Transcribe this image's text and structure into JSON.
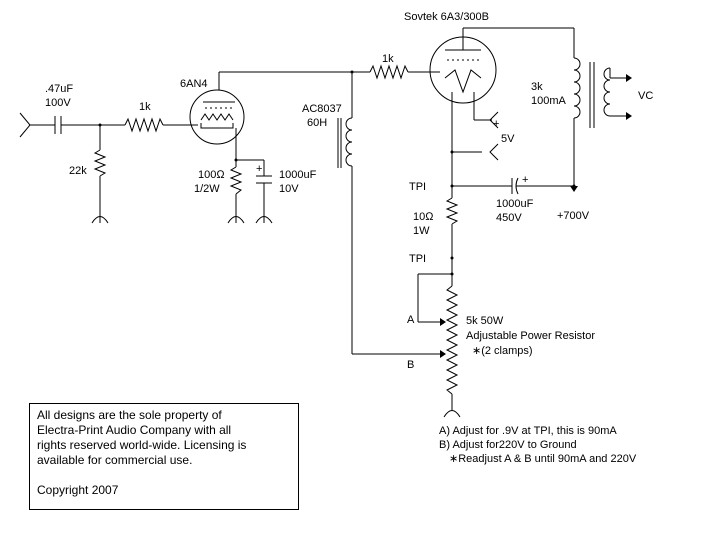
{
  "labels": {
    "output_tube": "Sovtek 6A3/300B",
    "input_tube": "6AN4",
    "grid_resistor": "1k",
    "input_cap": ".47uF",
    "input_cap_voltage": "100V",
    "input_series_resistor": "1k",
    "grid_leak": "22k",
    "choke": "AC8037",
    "choke_value": "60H",
    "cathode_resistor": "100Ω",
    "cathode_resistor_power": "1/2W",
    "cathode_cap": "1000uF",
    "cathode_cap_voltage": "10V",
    "transformer_impedance": "3k",
    "transformer_current": "100mA",
    "speaker": "VC",
    "filament": "5V",
    "tp1_top": "TPI",
    "tp1_bottom": "TPI",
    "filter_cap": "1000uF",
    "filter_cap_voltage": "450V",
    "supply": "+700V",
    "sense_resistor": "10Ω",
    "sense_resistor_power": "1W",
    "power_resistor": "5k 50W",
    "power_resistor_desc": "Adjustable Power Resistor",
    "clamps": "∗(2 clamps)",
    "tap_a": "A",
    "tap_b": "B",
    "plus": "+"
  },
  "notice": {
    "text": "All designs are the sole property of\nElectra-Print Audio Company with all\nrights reserved world-wide. Licensing is\navailable for commercial use.",
    "copyright": "Copyright 2007"
  },
  "notes": {
    "a": "A) Adjust for .9V at TPI, this is 90mA",
    "b": "B) Adjust for220V to Ground",
    "c": "∗Readjust A & B until 90mA and 220V"
  }
}
